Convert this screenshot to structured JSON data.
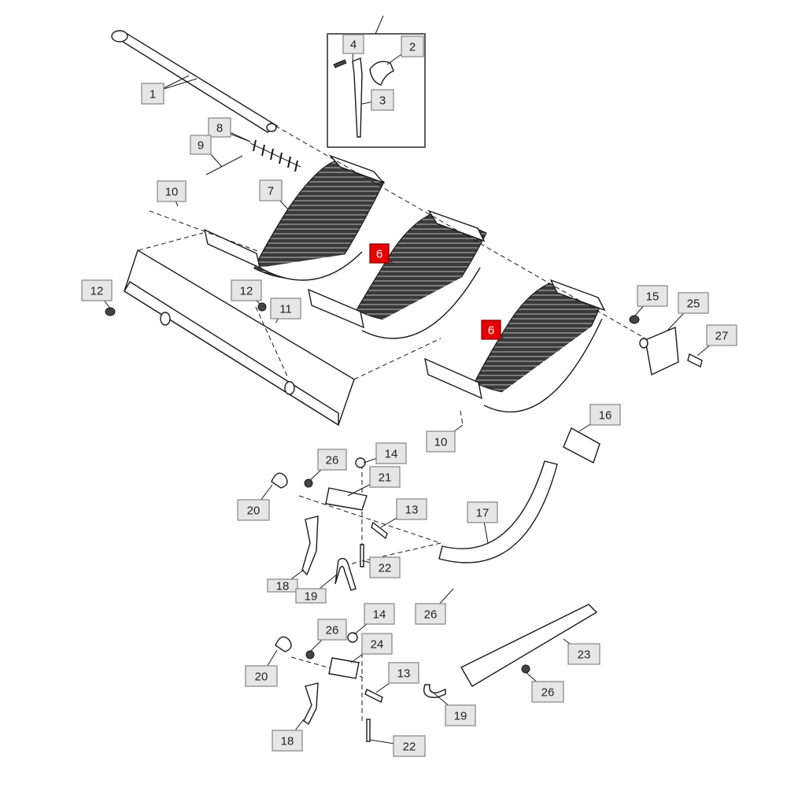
{
  "diagram": {
    "callouts": [
      {
        "id": "c1",
        "label": "1"
      },
      {
        "id": "c2",
        "label": "2"
      },
      {
        "id": "c3",
        "label": "3"
      },
      {
        "id": "c4",
        "label": "4"
      },
      {
        "id": "c6a",
        "label": "6",
        "highlight": true
      },
      {
        "id": "c6b",
        "label": "6",
        "highlight": true
      },
      {
        "id": "c7",
        "label": "7"
      },
      {
        "id": "c8",
        "label": "8"
      },
      {
        "id": "c9",
        "label": "9"
      },
      {
        "id": "c10a",
        "label": "10"
      },
      {
        "id": "c10b",
        "label": "10"
      },
      {
        "id": "c11",
        "label": "11"
      },
      {
        "id": "c12a",
        "label": "12"
      },
      {
        "id": "c12b",
        "label": "12"
      },
      {
        "id": "c13a",
        "label": "13"
      },
      {
        "id": "c13b",
        "label": "13"
      },
      {
        "id": "c14a",
        "label": "14"
      },
      {
        "id": "c14b",
        "label": "14"
      },
      {
        "id": "c15",
        "label": "15"
      },
      {
        "id": "c16",
        "label": "16"
      },
      {
        "id": "c17",
        "label": "17"
      },
      {
        "id": "c18a",
        "label": "18"
      },
      {
        "id": "c18b",
        "label": "18"
      },
      {
        "id": "c19a",
        "label": "19"
      },
      {
        "id": "c19b",
        "label": "19"
      },
      {
        "id": "c20a",
        "label": "20"
      },
      {
        "id": "c20b",
        "label": "20"
      },
      {
        "id": "c21",
        "label": "21"
      },
      {
        "id": "c22a",
        "label": "22"
      },
      {
        "id": "c22b",
        "label": "22"
      },
      {
        "id": "c23",
        "label": "23"
      },
      {
        "id": "c24",
        "label": "24"
      },
      {
        "id": "c25",
        "label": "25"
      },
      {
        "id": "c26a",
        "label": "26"
      },
      {
        "id": "c26b",
        "label": "26"
      },
      {
        "id": "c26c",
        "label": "26"
      },
      {
        "id": "c26d",
        "label": "26"
      },
      {
        "id": "c27",
        "label": "27"
      }
    ],
    "highlight_color": "#e60000"
  }
}
